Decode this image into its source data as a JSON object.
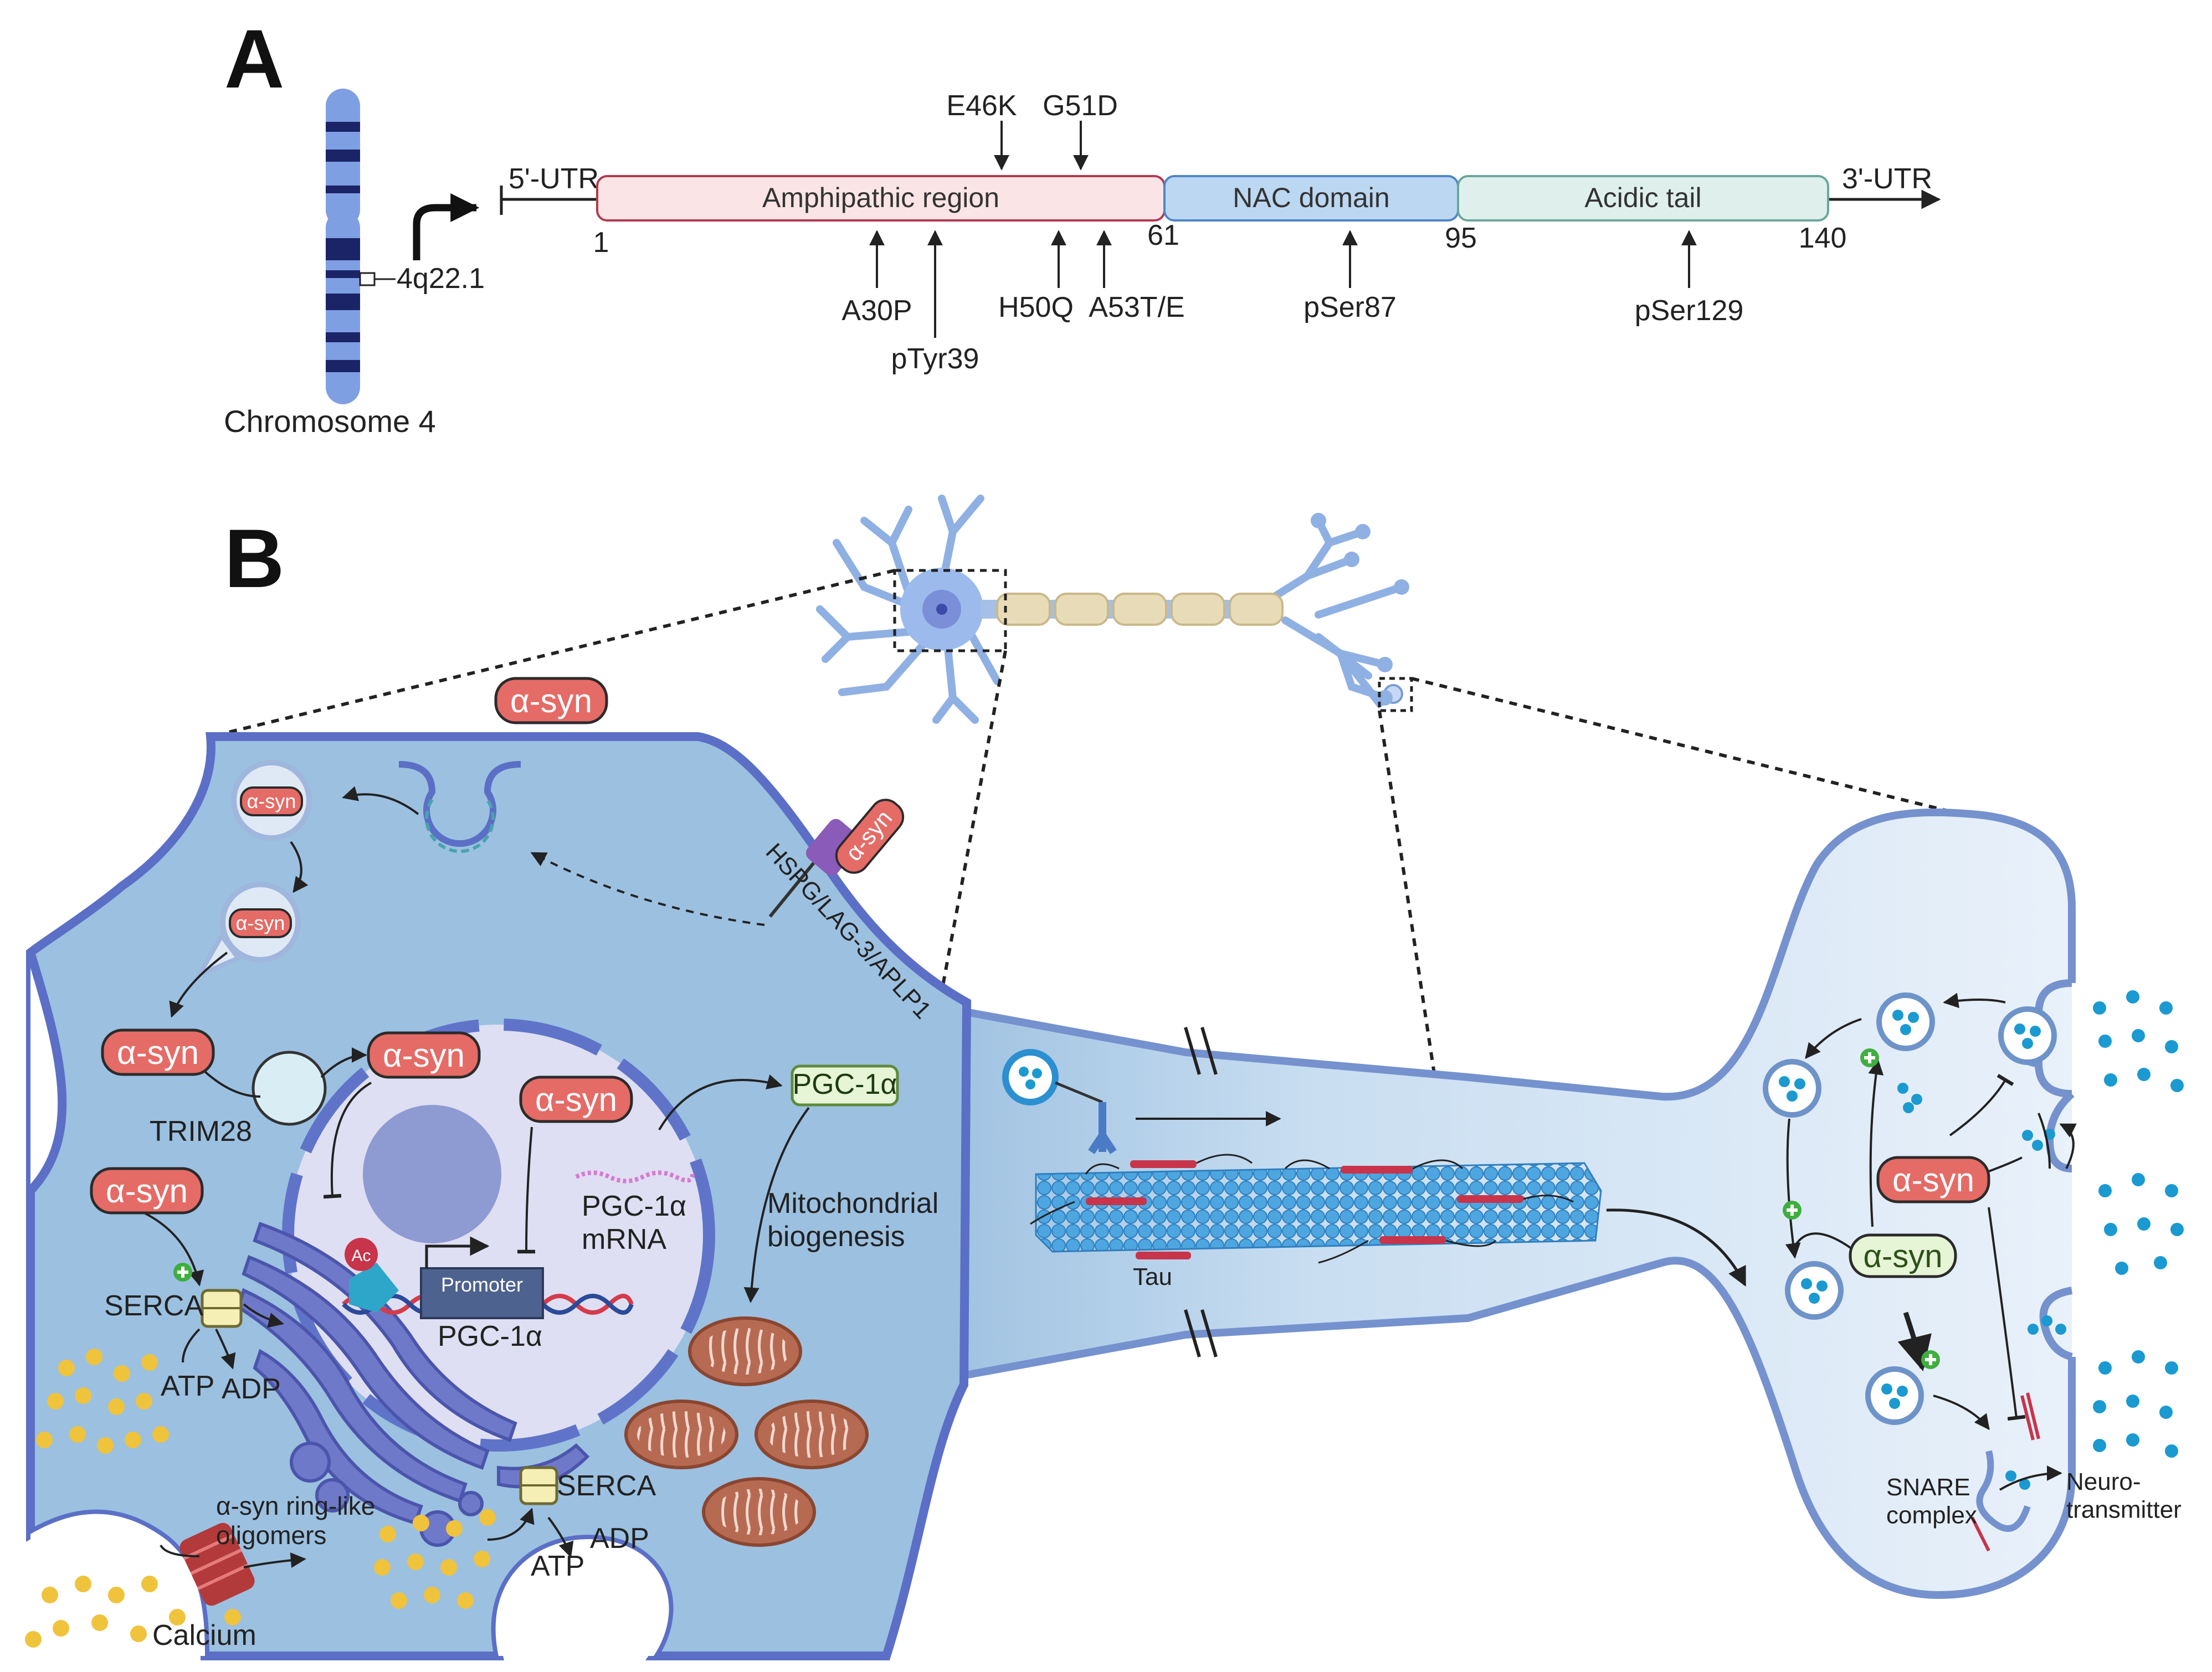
{
  "panels": {
    "a": "A",
    "b": "B"
  },
  "chromosome": {
    "name": "Chromosome 4",
    "locus": "4q22.1"
  },
  "gene": {
    "utr5": "5'-UTR",
    "utr3": "3'-UTR",
    "domains": [
      {
        "name": "Amphipathic region",
        "start": "1",
        "end": "61",
        "color": "#fbe4e6",
        "stroke": "#b23a50"
      },
      {
        "name": "NAC domain",
        "end": "95",
        "color": "#bcd7f1",
        "stroke": "#4f86c6"
      },
      {
        "name": "Acidic tail",
        "end": "140",
        "color": "#dff0ec",
        "stroke": "#6aa79a"
      }
    ],
    "mutations_above": [
      "E46K",
      "G51D"
    ],
    "mutations_below": [
      "A30P",
      "pTyr39",
      "H50Q",
      "A53T/E",
      "pSer87",
      "pSer129"
    ]
  },
  "cell": {
    "syn_label": "α-syn",
    "receptor": "HSPG/LAG-3/APLP1",
    "trim28": "TRIM28",
    "serca": "SERCA",
    "atp": "ATP",
    "adp": "ADP",
    "ring_oligomers": "α-syn ring-like\noligomers",
    "calcium": "Calcium",
    "ac": "Ac",
    "promoter": "Promoter",
    "pgc_gene": "PGC-1α",
    "pgc_mrna": "PGC-1α\nmRNA",
    "pgc_protein": "PGC-1α",
    "mito_bio": "Mitochondrial\nbiogenesis"
  },
  "axon": {
    "tau": "Tau"
  },
  "terminal": {
    "snare": "SNARE\ncomplex",
    "neuro": "Neuro-\ntransmitter"
  },
  "colors": {
    "syn_red": "#e56b66",
    "syn_green": "#e6f5d6",
    "cell_blue": "#9cc0e0",
    "membrane": "#5b6fc6",
    "nucleus": "#dedff2",
    "mito": "#b66a52",
    "calcium": "#f0c33c",
    "neurotransmitter": "#1a9ad0"
  }
}
